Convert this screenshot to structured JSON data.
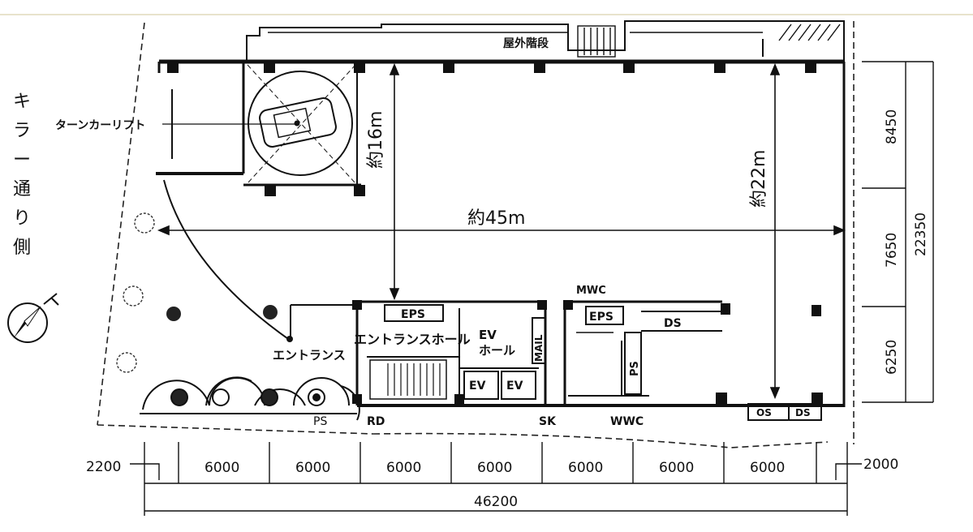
{
  "labels": {
    "stair_outdoor": "屋外階段",
    "turntable_lift": "ターンカーリフト",
    "approx_16m": "約16m",
    "approx_22m": "約22m",
    "approx_45m": "約45m",
    "eps_1": "EPS",
    "eps_2": "EPS",
    "mwc": "MWC",
    "ds": "DS",
    "entrance_hall": "エントランスホール",
    "ev_hall_1": "EV",
    "ev_hall_2": "ホール",
    "entrance": "エントランス",
    "ev_1": "EV",
    "ev_2": "EV",
    "mail": "MAIL",
    "ps_right": "PS",
    "ps_bottom": "PS",
    "rd": "RD",
    "sk": "SK",
    "wwc": "WWC",
    "os_1": "OS",
    "ds_2": "DS",
    "street_side": [
      "キ",
      "ラ",
      "ー",
      "通",
      "り",
      "側"
    ]
  },
  "dimensions": {
    "bottom_left": "2200",
    "bays": [
      "6000",
      "6000",
      "6000",
      "6000",
      "6000",
      "6000",
      "6000"
    ],
    "bottom_right": "2000",
    "total_width": "46200",
    "right_spans": [
      "8450",
      "7650",
      "6250"
    ],
    "total_depth": "22350"
  }
}
